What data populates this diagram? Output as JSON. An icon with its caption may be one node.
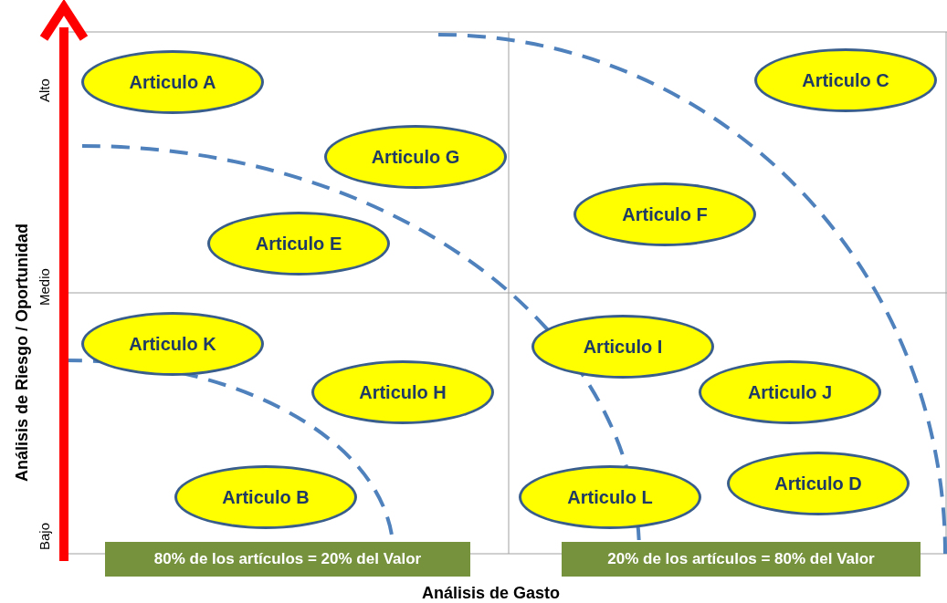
{
  "diagram": {
    "nodes": [
      {
        "text": [
          "Articulo A"
        ]
      },
      {
        "text": [
          "Articulo G"
        ]
      },
      {
        "text": [
          "Articulo C"
        ]
      },
      {
        "text": [
          "Articulo F"
        ]
      },
      {
        "text": [
          "Articulo E"
        ]
      },
      {
        "text": [
          "Articulo K"
        ]
      },
      {
        "text": [
          "Articulo I"
        ]
      },
      {
        "text": [
          "Articulo H"
        ]
      },
      {
        "text": [
          "Articulo J"
        ]
      },
      {
        "text": [
          "Articulo B"
        ]
      },
      {
        "text": [
          "Articulo L"
        ]
      },
      {
        "text": [
          "Articulo D"
        ]
      },
      {
        "text": [
          "80% de los artículos = 20% del Valor"
        ]
      },
      {
        "text": [
          "20% de los artículos = 80% del Valor"
        ]
      }
    ],
    "labels": [
      "Alto",
      "Medio",
      "Bajo",
      "Análisis de Riesgo / Oportunidad",
      "Análisis de Gasto"
    ]
  }
}
